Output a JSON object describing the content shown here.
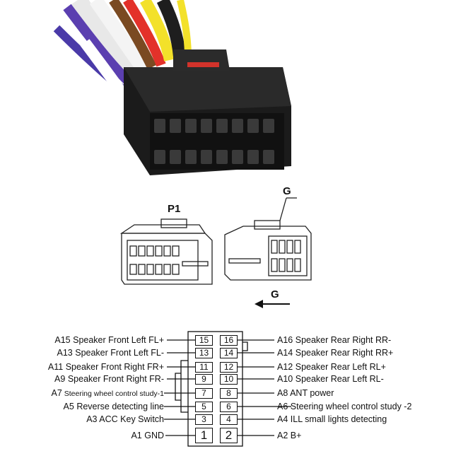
{
  "diagram": {
    "connector_label": "P1",
    "guide_label": "G",
    "arrow_label": "G",
    "pins_left": [
      {
        "id": "A15",
        "desc": "Speaker Front Left FL+",
        "num": "15"
      },
      {
        "id": "A13",
        "desc": "Speaker Front Left FL-",
        "num": "13"
      },
      {
        "id": "A11",
        "desc": "Speaker Front Right FR+",
        "num": "11"
      },
      {
        "id": "A9",
        "desc": "Speaker Front Right FR-",
        "num": "9"
      },
      {
        "id": "A7",
        "desc": "Steering wheel control study-1",
        "num": "7"
      },
      {
        "id": "A5",
        "desc": "Reverse detecting line",
        "num": "5"
      },
      {
        "id": "A3",
        "desc": "ACC Key Switch",
        "num": "3"
      },
      {
        "id": "A1",
        "desc": "GND",
        "num": "1"
      }
    ],
    "pins_right": [
      {
        "id": "A16",
        "desc": "Speaker Rear Right RR-",
        "num": "16"
      },
      {
        "id": "A14",
        "desc": "Speaker Rear Right RR+",
        "num": "14"
      },
      {
        "id": "A12",
        "desc": "Speaker Rear Left RL+",
        "num": "12"
      },
      {
        "id": "A10",
        "desc": "Speaker Rear Left RL-",
        "num": "10"
      },
      {
        "id": "A8",
        "desc": "ANT power",
        "num": "8"
      },
      {
        "id": "A6",
        "desc": "Steering wheel control study -2",
        "num": "6"
      },
      {
        "id": "A4",
        "desc": "ILL small lights detecting",
        "num": "4"
      },
      {
        "id": "A2",
        "desc": "B+",
        "num": "2"
      }
    ]
  }
}
